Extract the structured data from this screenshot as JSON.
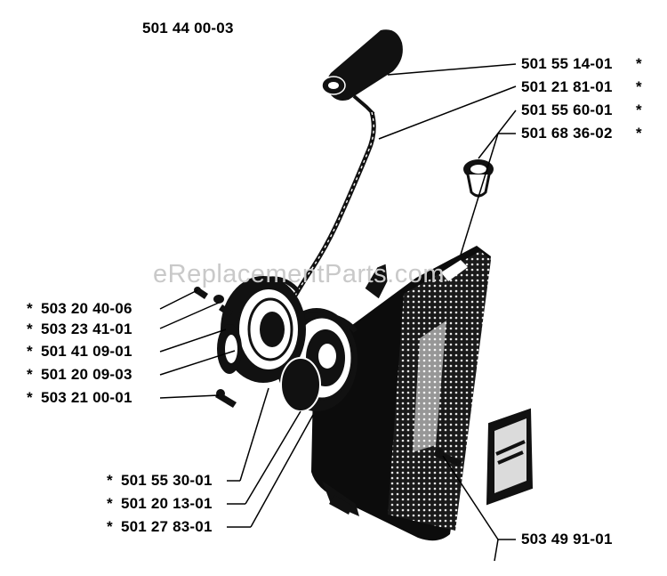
{
  "assembly_number": "501 44 00-03",
  "watermark": "eReplacementParts.com",
  "callouts": [
    {
      "part": "501 55 14-01",
      "star": "*"
    },
    {
      "part": "501 21 81-01",
      "star": "*"
    },
    {
      "part": "501 55 60-01",
      "star": "*"
    },
    {
      "part": "501 68 36-02",
      "star": "*"
    },
    {
      "part": "503 20 40-06",
      "star": "*"
    },
    {
      "part": "503 23 41-01",
      "star": "*"
    },
    {
      "part": "501 41 09-01",
      "star": "*"
    },
    {
      "part": "501 20 09-03",
      "star": "*"
    },
    {
      "part": "503 21 00-01",
      "star": "*"
    },
    {
      "part": "501 55 30-01",
      "star": "*"
    },
    {
      "part": "501 20 13-01",
      "star": "*"
    },
    {
      "part": "501 27 83-01",
      "star": "*"
    },
    {
      "part": "503 49 91-01",
      "star": ""
    }
  ]
}
